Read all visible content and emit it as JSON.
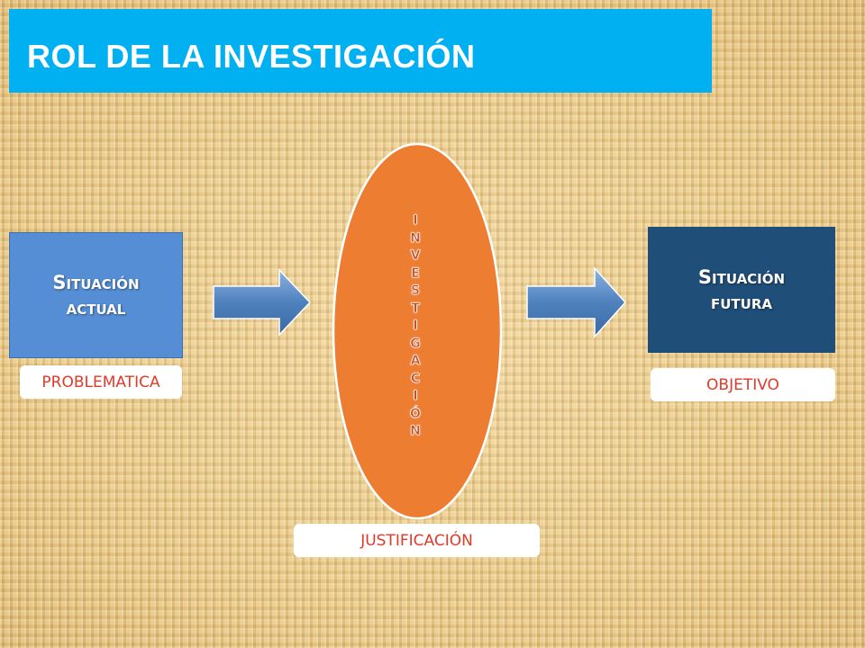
{
  "title": "ROL DE LA INVESTIGACIÓN",
  "left_box": {
    "label": "Situación\nactual"
  },
  "right_box": {
    "label": "Situación\nfutura"
  },
  "center": {
    "letters": [
      "I",
      "N",
      "V",
      "E",
      "S",
      "T",
      "I",
      "G",
      "A",
      "C",
      "I",
      "Ó",
      "N"
    ]
  },
  "labels": {
    "left": "PROBLEMATICA",
    "right": "OBJETIVO",
    "bottom": "JUSTIFICACIÓN"
  },
  "colors": {
    "title_bar": "#00b0f0",
    "left_box": "#558ed5",
    "right_box": "#1f4e79",
    "ellipse": "#ed7d31",
    "arrow": "#4f81bd",
    "label_text": "#e03a2b"
  }
}
